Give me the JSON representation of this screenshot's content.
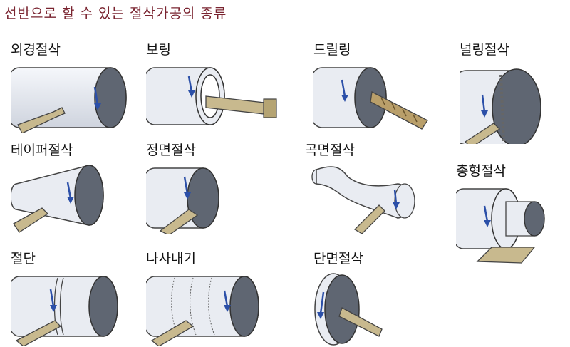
{
  "title": "선반으로 할 수 있는 절삭가공의 종류",
  "operations": [
    {
      "id": "outer",
      "label": "외경절삭"
    },
    {
      "id": "boring",
      "label": "보링"
    },
    {
      "id": "drilling",
      "label": "드릴링"
    },
    {
      "id": "knurling",
      "label": "널링절삭"
    },
    {
      "id": "taper",
      "label": "테이퍼절삭"
    },
    {
      "id": "facing",
      "label": "정면절삭"
    },
    {
      "id": "contour",
      "label": "곡면절삭"
    },
    {
      "id": "forming",
      "label": "총형절삭"
    },
    {
      "id": "cutoff",
      "label": "절단"
    },
    {
      "id": "threading",
      "label": "나사내기"
    },
    {
      "id": "endface",
      "label": "단면절삭"
    }
  ],
  "colors": {
    "cylinder_light": "#e9ecf2",
    "cylinder_face": "#5f6672",
    "tool": "#c8b98e",
    "arrow": "#2b4fa8",
    "title": "#7a2430"
  }
}
